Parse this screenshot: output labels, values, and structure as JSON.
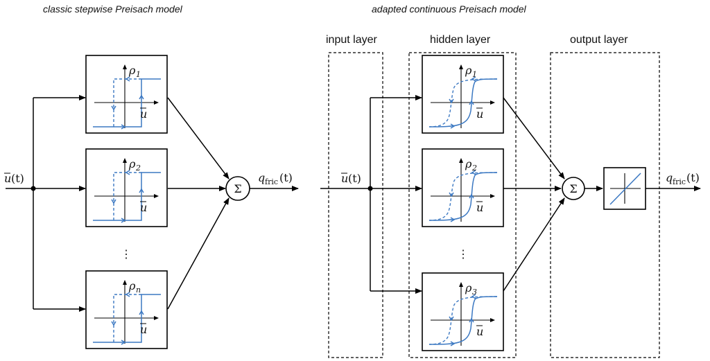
{
  "titles": {
    "left": "classic stepwise Preisach model",
    "right": "adapted continuous Preisach model"
  },
  "layers": {
    "input": "input layer",
    "hidden": "hidden layer",
    "output": "output layer"
  },
  "signals": {
    "input_base": "u",
    "input_arg": "(t)",
    "output_base": "q",
    "output_sub": "fric",
    "output_arg": "(t)",
    "sum_symbol": "Σ",
    "vdots": "⋮"
  },
  "axis_label": "u",
  "left_blocks": [
    {
      "label": "ρ",
      "sub": "1"
    },
    {
      "label": "ρ",
      "sub": "2"
    },
    {
      "label": "ρ",
      "sub": "n"
    }
  ],
  "right_blocks": [
    {
      "label": "ρ",
      "sub": "1"
    },
    {
      "label": "ρ",
      "sub": "2"
    },
    {
      "label": "ρ",
      "sub": "3"
    }
  ],
  "colors": {
    "curve": "#3b78c2",
    "line": "#000000"
  }
}
